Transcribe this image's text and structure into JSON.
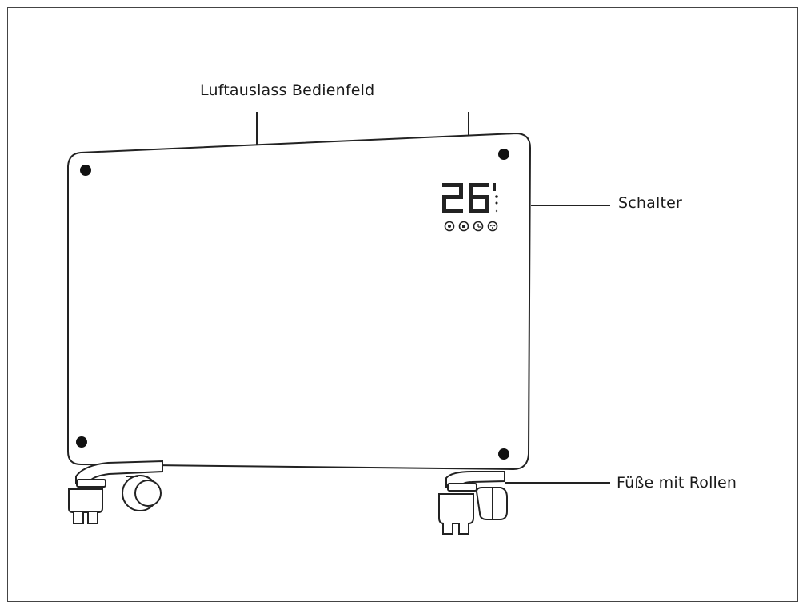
{
  "labels": {
    "top": "Luftauslass Bedienfeld",
    "switch": "Schalter",
    "feet": "Füße mit Rollen"
  },
  "display": {
    "reading": "26"
  },
  "colors": {
    "line": "#222222",
    "frame": "#444444",
    "background": "#ffffff"
  },
  "icons": [
    "power-icon",
    "mode-icon",
    "timer-icon",
    "wifi-icon"
  ]
}
